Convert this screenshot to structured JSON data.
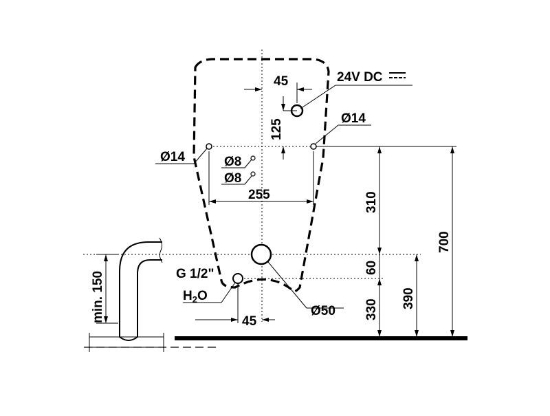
{
  "drawing": {
    "labels": {
      "voltage": "24V DC",
      "d14_right": "Ø14",
      "d14_left": "Ø14",
      "d8_top": "Ø8",
      "d8_bottom": "Ø8",
      "d50": "Ø50",
      "thread": "G 1/2\"",
      "water": "H",
      "water_sub": "2",
      "water_end": "O"
    },
    "dimensions": {
      "top_45": "45",
      "v_125": "125",
      "h_255": "255",
      "bottom_45": "45",
      "v_310": "310",
      "v_60": "60",
      "v_330": "330",
      "v_390": "390",
      "v_700": "700",
      "min_150": "min. 150"
    }
  }
}
